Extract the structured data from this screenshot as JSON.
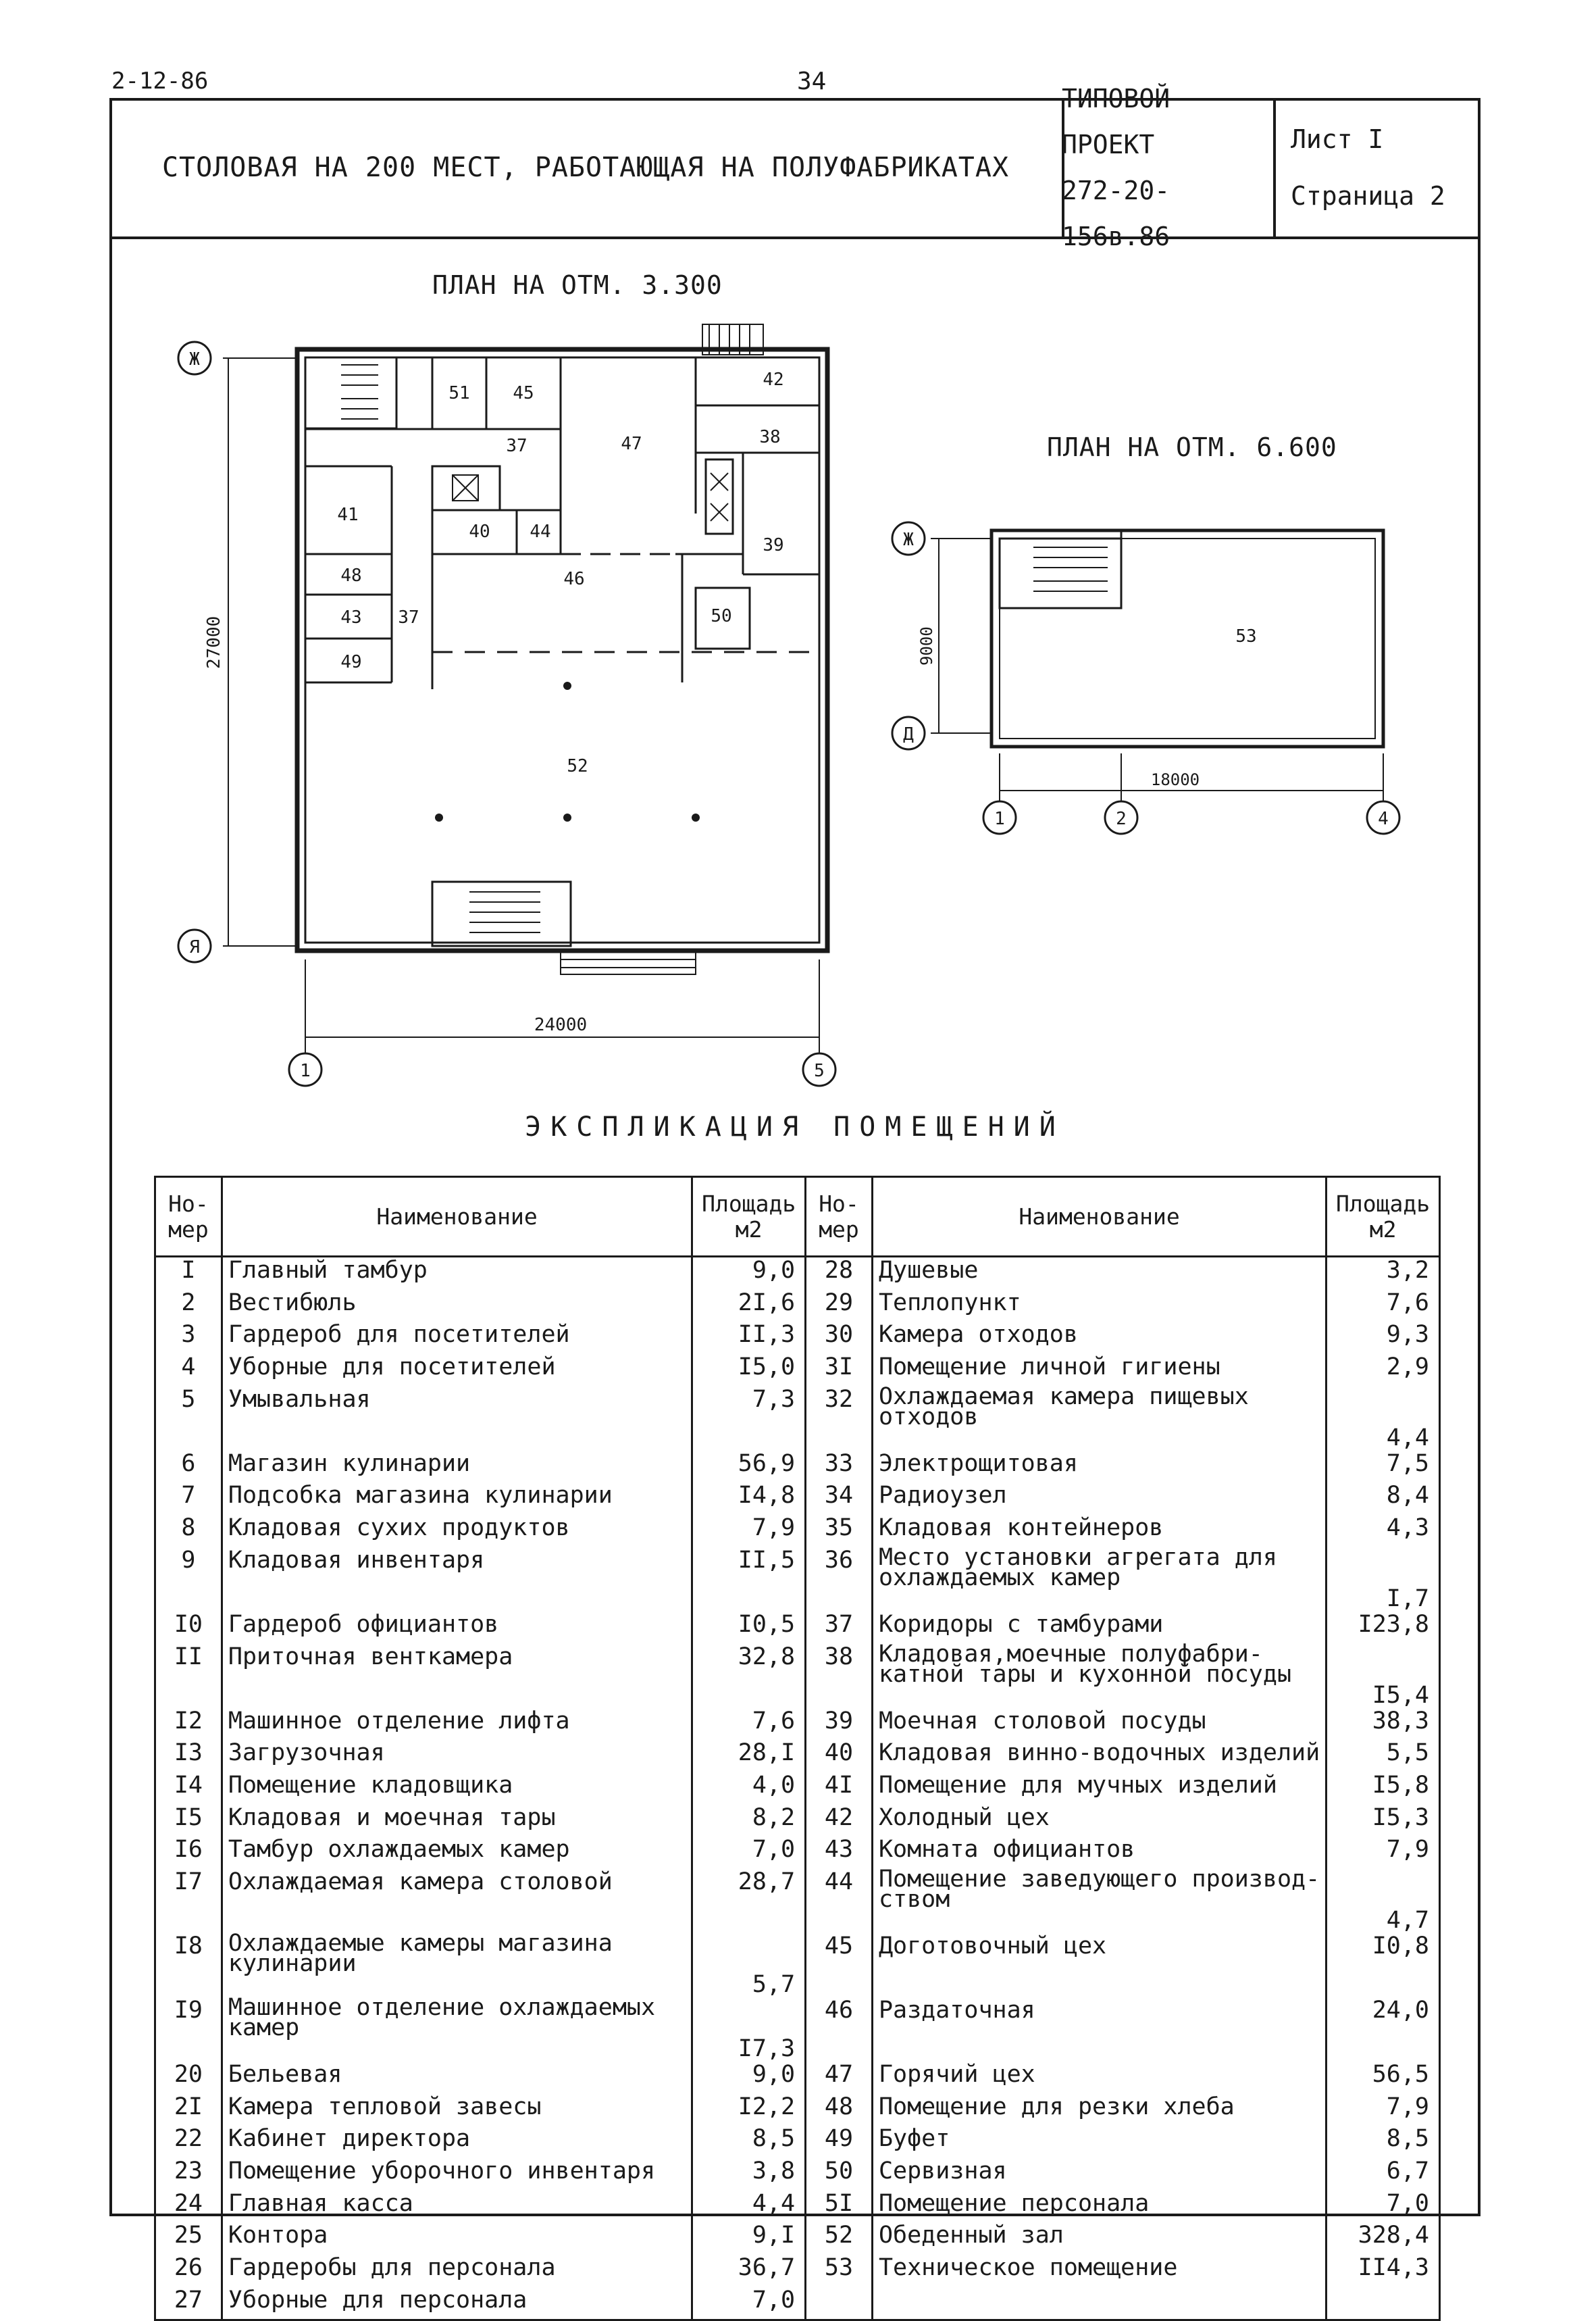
{
  "page": {
    "code": "2-12-86",
    "number": "34"
  },
  "header": {
    "title": "СТОЛОВАЯ НА 200 МЕСТ, РАБОТАЮЩАЯ НА ПОЛУФАБРИКАТАХ",
    "project_label": "ТИПОВОЙ ПРОЕКТ",
    "project_code": "272-20-156в.86",
    "sheet": "Лист I",
    "page_ref": "Страница 2"
  },
  "plan1": {
    "title": "ПЛАН НА ОТМ. 3.300",
    "axis_top": "Ж",
    "axis_bottom": "Я",
    "axis_left": "1",
    "axis_right": "5",
    "dim_width": "24000",
    "dim_height": "27000",
    "rooms": [
      "51",
      "45",
      "42",
      "37",
      "47",
      "38",
      "41",
      "40",
      "44",
      "39",
      "46",
      "48",
      "43",
      "37",
      "50",
      "49",
      "52"
    ]
  },
  "plan2": {
    "title": "ПЛАН НА ОТМ. 6.600",
    "axis_top": "Ж",
    "axis_bottom": "Д",
    "axis_1": "1",
    "axis_2": "2",
    "axis_4": "4",
    "dim_width": "18000",
    "dim_height": "9000",
    "room": "53"
  },
  "explication": {
    "title": "ЭКСПЛИКАЦИЯ ПОМЕЩЕНИЙ",
    "headers": {
      "number": "Но-\nмер",
      "name": "Наименование",
      "area": "Площадь\nм2"
    },
    "left": [
      {
        "n": "I",
        "name": "Главный тамбур",
        "area": "9,0"
      },
      {
        "n": "2",
        "name": "Вестибюль",
        "area": "2I,6"
      },
      {
        "n": "3",
        "name": "Гардероб для посетителей",
        "area": "II,3"
      },
      {
        "n": "4",
        "name": "Уборные для посетителей",
        "area": "I5,0"
      },
      {
        "n": "5",
        "name": "Умывальная",
        "area": "7,3"
      },
      {
        "n": "6",
        "name": "Магазин кулинарии",
        "area": "56,9"
      },
      {
        "n": "7",
        "name": "Подсобка магазина кулинарии",
        "area": "I4,8"
      },
      {
        "n": "8",
        "name": "Кладовая сухих продуктов",
        "area": "7,9"
      },
      {
        "n": "9",
        "name": "Кладовая инвентаря",
        "area": "II,5"
      },
      {
        "n": "I0",
        "name": "Гардероб официантов",
        "area": "I0,5"
      },
      {
        "n": "II",
        "name": "Приточная венткамера",
        "area": "32,8"
      },
      {
        "n": "I2",
        "name": "Машинное отделение лифта",
        "area": "7,6"
      },
      {
        "n": "I3",
        "name": "Загрузочная",
        "area": "28,I"
      },
      {
        "n": "I4",
        "name": "Помещение кладовщика",
        "area": "4,0"
      },
      {
        "n": "I5",
        "name": "Кладовая и моечная тары",
        "area": "8,2"
      },
      {
        "n": "I6",
        "name": "Тамбур охлаждаемых камер",
        "area": "7,0"
      },
      {
        "n": "I7",
        "name": "Охлаждаемая камера столовой",
        "area": "28,7"
      },
      {
        "n": "I8",
        "name": "Охлаждаемые камеры магазина кулинарии",
        "area": "5,7",
        "two": true
      },
      {
        "n": "I9",
        "name": "Машинное отделение охлаждаемых камер",
        "area": "I7,3",
        "two": true
      },
      {
        "n": "20",
        "name": "Бельевая",
        "area": "9,0"
      },
      {
        "n": "2I",
        "name": "Камера тепловой завесы",
        "area": "I2,2"
      },
      {
        "n": "22",
        "name": "Кабинет директора",
        "area": "8,5"
      },
      {
        "n": "23",
        "name": "Помещение уборочного инвентаря",
        "area": "3,8"
      },
      {
        "n": "24",
        "name": "Главная касса",
        "area": "4,4"
      },
      {
        "n": "25",
        "name": "Контора",
        "area": "9,I"
      },
      {
        "n": "26",
        "name": "Гардеробы для персонала",
        "area": "36,7"
      },
      {
        "n": "27",
        "name": "Уборные для персонала",
        "area": "7,0"
      }
    ],
    "right": [
      {
        "n": "28",
        "name": "Душевые",
        "area": "3,2"
      },
      {
        "n": "29",
        "name": "Теплопункт",
        "area": "7,6"
      },
      {
        "n": "30",
        "name": "Камера отходов",
        "area": "9,3"
      },
      {
        "n": "3I",
        "name": "Помещение личной гигиены",
        "area": "2,9"
      },
      {
        "n": "32",
        "name": "Охлаждаемая камера пищевых отходов",
        "area": "4,4",
        "two": true
      },
      {
        "n": "33",
        "name": "Электрощитовая",
        "area": "7,5"
      },
      {
        "n": "34",
        "name": "Радиоузел",
        "area": "8,4"
      },
      {
        "n": "35",
        "name": "Кладовая контейнеров",
        "area": "4,3"
      },
      {
        "n": "36",
        "name": "Место установки агрегата для охлаждаемых камер",
        "area": "I,7",
        "two": true
      },
      {
        "n": "37",
        "name": "Коридоры с тамбурами",
        "area": "I23,8"
      },
      {
        "n": "38",
        "name": "Кладовая,моечные полуфабри-катной тары и кухонной посуды",
        "area": "I5,4",
        "two": true
      },
      {
        "n": "39",
        "name": "Моечная столовой посуды",
        "area": "38,3"
      },
      {
        "n": "40",
        "name": "Кладовая винно-водочных изделий",
        "area": "5,5"
      },
      {
        "n": "4I",
        "name": "Помещение для мучных изделий",
        "area": "I5,8"
      },
      {
        "n": "42",
        "name": "Холодный цех",
        "area": "I5,3"
      },
      {
        "n": "43",
        "name": "Комната официантов",
        "area": "7,9"
      },
      {
        "n": "44",
        "name": "Помещение заведующего производ-ством",
        "area": "4,7",
        "two": true
      },
      {
        "n": "45",
        "name": "Доготовочный цех",
        "area": "I0,8"
      },
      {
        "n": "46",
        "name": "Раздаточная",
        "area": "24,0"
      },
      {
        "n": "47",
        "name": "Горячий цех",
        "area": "56,5"
      },
      {
        "n": "48",
        "name": "Помещение для резки хлеба",
        "area": "7,9"
      },
      {
        "n": "49",
        "name": "Буфет",
        "area": "8,5"
      },
      {
        "n": "50",
        "name": "Сервизная",
        "area": "6,7"
      },
      {
        "n": "5I",
        "name": "Помещение персонала",
        "area": "7,0"
      },
      {
        "n": "52",
        "name": "Обеденный зал",
        "area": "328,4"
      },
      {
        "n": "53",
        "name": "Техническое помещение",
        "area": "II4,3"
      }
    ]
  }
}
